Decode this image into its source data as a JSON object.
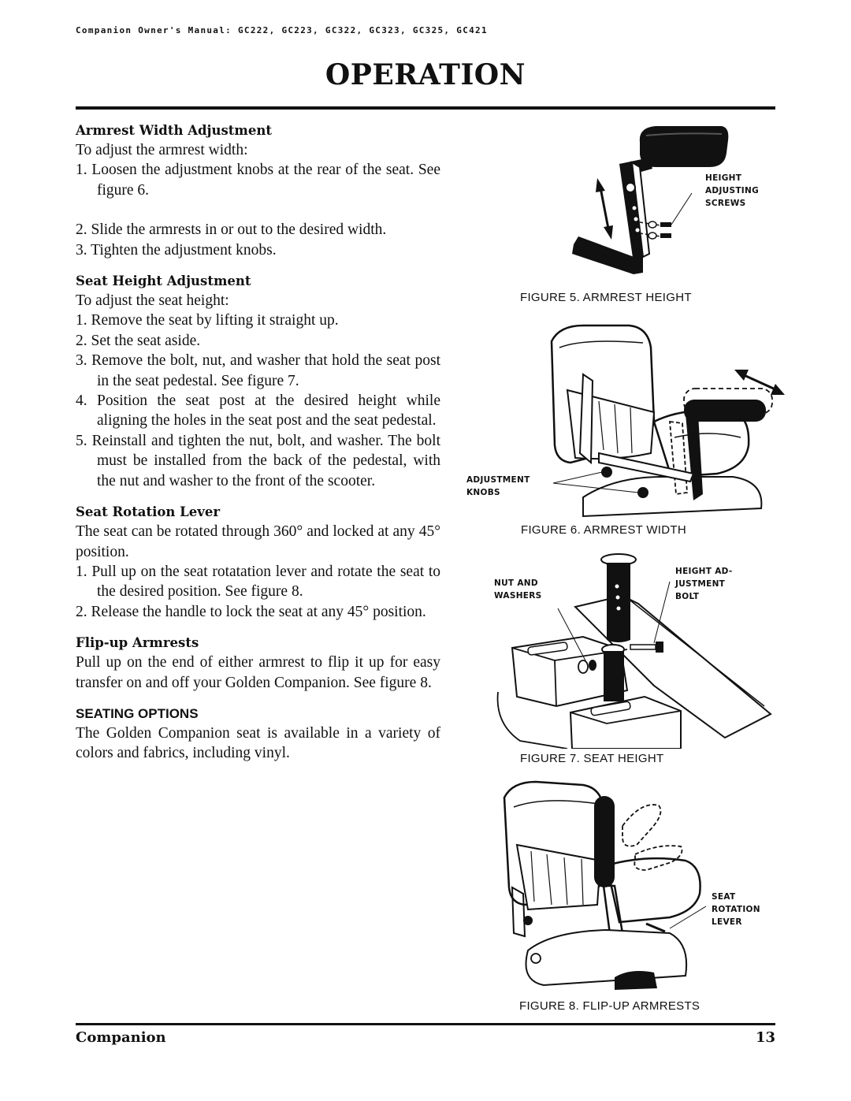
{
  "header": {
    "running_title": "Companion Owner's Manual:  GC222, GC223, GC322, GC323, GC325, GC421",
    "section_title": "OPERATION"
  },
  "sections": {
    "armrest_width": {
      "heading": "Armrest Width Adjustment",
      "intro": "To adjust the armrest width:",
      "steps": [
        "1. Loosen the adjustment knobs at the rear of the seat. See figure 6.",
        "2. Slide the armrests in or out to the desired width.",
        "3. Tighten the adjustment knobs."
      ]
    },
    "seat_height": {
      "heading": "Seat Height Adjustment",
      "intro": "To adjust the seat height:",
      "steps": [
        "1. Remove the seat by lifting it straight up.",
        "2. Set the seat aside.",
        "3. Remove the bolt, nut, and washer that hold the seat post in the seat pedestal. See figure 7.",
        "4. Position the seat post at the desired height while aligning the holes in the seat post and the seat pedestal.",
        "5. Reinstall and tighten the nut, bolt, and washer. The bolt must be installed from the back of the pedestal, with the nut and washer to the front of the scooter."
      ]
    },
    "seat_rotation": {
      "heading": "Seat Rotation Lever",
      "intro": "The seat can be rotated through 360° and locked at any 45° position.",
      "steps": [
        "1. Pull up on the seat rotatation lever and rotate the seat to the desired position. See figure 8.",
        "2. Release the handle to lock the seat at any 45° position."
      ]
    },
    "flip_up": {
      "heading": "Flip-up Armrests",
      "body": "Pull up on the end of either armrest to flip it up for easy transfer on and off your Golden Companion. See figure 8."
    },
    "seating_options": {
      "heading": "SEATING OPTIONS",
      "body": "The Golden Companion seat is available in a variety of colors and fabrics, including vinyl."
    }
  },
  "figures": {
    "fig5": {
      "caption": "FIGURE 5. ARMREST HEIGHT",
      "callout": [
        "HEIGHT",
        "ADJUSTING",
        "SCREWS"
      ]
    },
    "fig6": {
      "caption": "FIGURE 6. ARMREST WIDTH",
      "callout": [
        "ADJUSTMENT",
        "KNOBS"
      ]
    },
    "fig7": {
      "caption": "FIGURE 7. SEAT HEIGHT",
      "callout_left": [
        "NUT AND",
        "WASHERS"
      ],
      "callout_right": [
        "HEIGHT AD-",
        "JUSTMENT",
        "BOLT"
      ]
    },
    "fig8": {
      "caption": "FIGURE 8. FLIP-UP ARMRESTS",
      "callout": [
        "SEAT",
        "ROTATION",
        "LEVER"
      ]
    }
  },
  "footer": {
    "product": "Companion",
    "page_number": "13"
  }
}
